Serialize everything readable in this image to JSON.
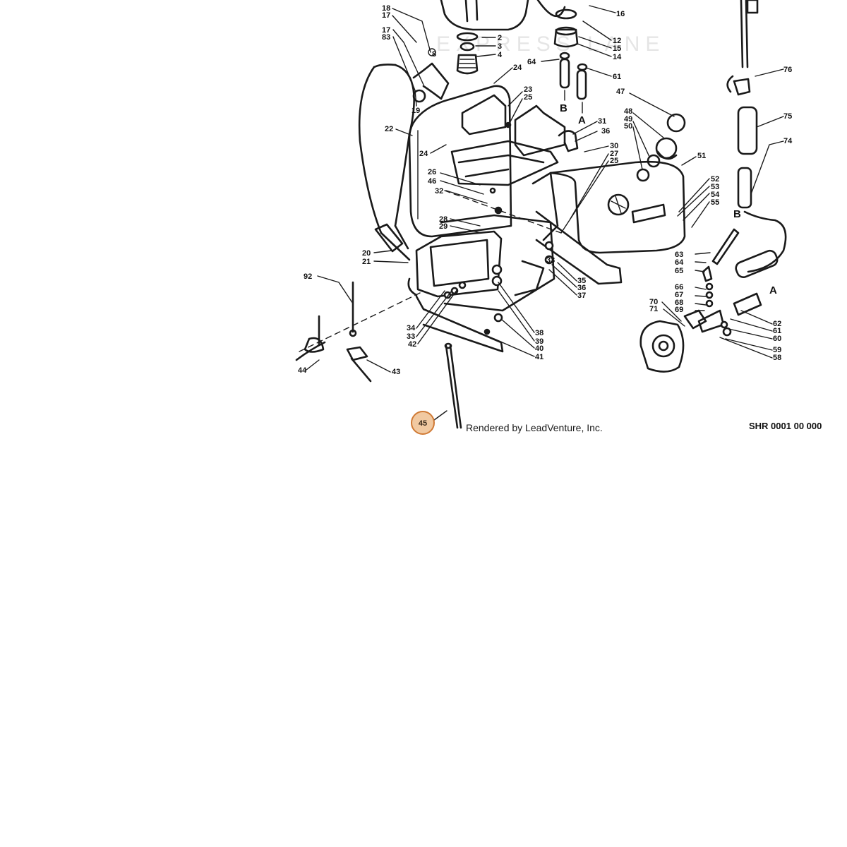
{
  "diagram": {
    "watermark": "EXPRESS LANE",
    "credit": "Rendered by LeadVenture, Inc.",
    "diagram_code": "SHR 0001 00 000",
    "highlighted_part": "45",
    "hose_end_labels": [
      "A",
      "B",
      "B",
      "A"
    ],
    "callouts": [
      "18",
      "17",
      "17",
      "83",
      "19",
      "8",
      "2",
      "3",
      "4",
      "16",
      "12",
      "15",
      "14",
      "64",
      "61",
      "24",
      "23",
      "25",
      "22",
      "24",
      "31",
      "36",
      "30",
      "27",
      "25",
      "47",
      "48",
      "49",
      "50",
      "51",
      "26",
      "46",
      "32",
      "52",
      "53",
      "54",
      "55",
      "28",
      "29",
      "20",
      "21",
      "92",
      "33",
      "36",
      "37",
      "35",
      "34",
      "33",
      "42",
      "38",
      "39",
      "40",
      "41",
      "44",
      "43",
      "76",
      "75",
      "74",
      "63",
      "64",
      "65",
      "66",
      "67",
      "68",
      "69",
      "70",
      "71",
      "62",
      "61",
      "60",
      "59",
      "58"
    ]
  }
}
